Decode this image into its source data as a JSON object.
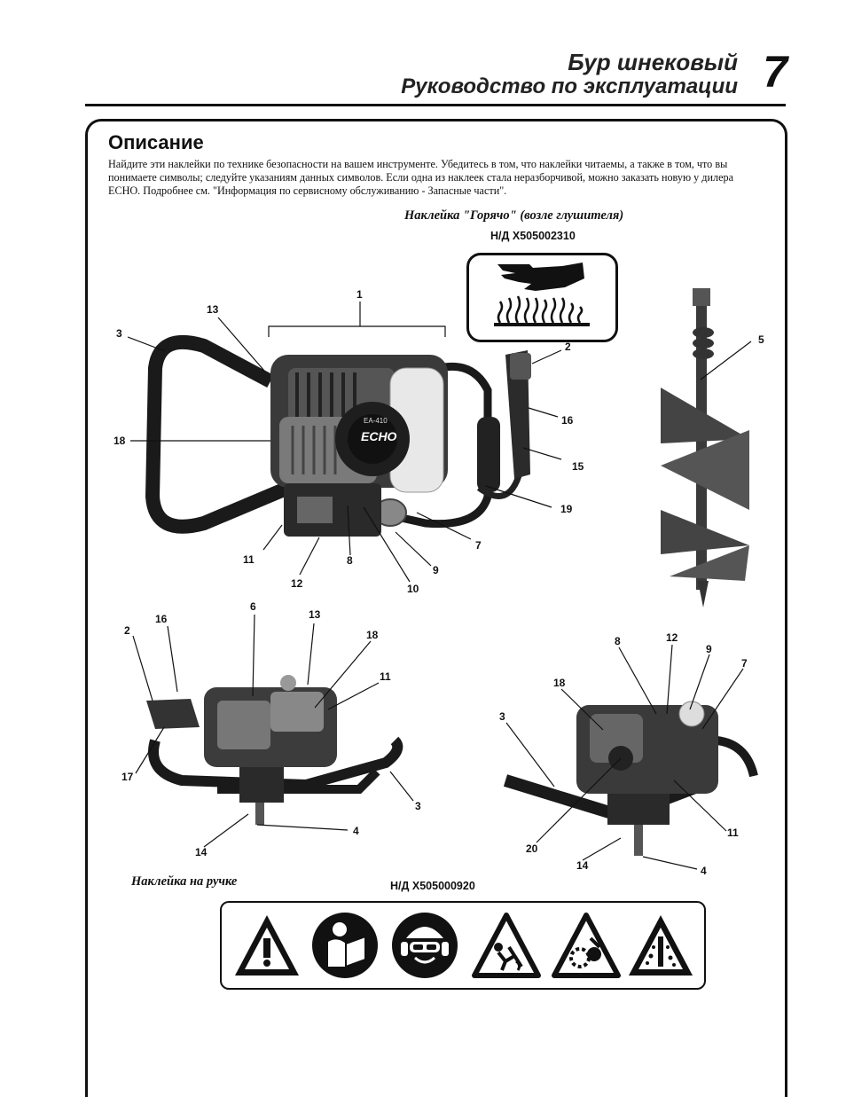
{
  "header": {
    "line1": "Бур шнековый",
    "line2": "Руководство по эксплуатации",
    "page_number": "7"
  },
  "section": {
    "title": "Описание",
    "intro": "Найдите эти наклейки по технике безопасности на вашем инструменте. Убедитесь в том, что наклейки читаемы, а также в том, что вы понимаете символы; следуйте указаниям данных символов. Если одна из наклеек стала неразборчивой, можно заказать новую у дилера ECHO. Подробнее см. \"Информация по сервисному обслуживанию - Запасные части\"."
  },
  "hot_decal": {
    "title": "Наклейка \"Горячо\" (возле глушителя)",
    "part_number": "Н/Д X505002310",
    "icons": [
      "hand-icon",
      "heat-waves-icon"
    ]
  },
  "handle_decal": {
    "title": "Наклейка на ручке",
    "part_number": "Н/Д X505000920",
    "icons": [
      "warning-triangle-icon",
      "read-manual-icon",
      "eye-ear-head-protection-icon",
      "entanglement-hazard-icon",
      "rotating-auger-hazard-icon",
      "flying-debris-hazard-icon"
    ]
  },
  "main_view": {
    "engine_label": "ECHO",
    "model_label": "EA-410",
    "callouts": [
      "1",
      "2",
      "3",
      "5",
      "7",
      "8",
      "9",
      "10",
      "11",
      "12",
      "13",
      "15",
      "16",
      "18",
      "19"
    ]
  },
  "left_view": {
    "callouts": [
      "2",
      "3",
      "4",
      "6",
      "11",
      "13",
      "14",
      "16",
      "17",
      "18"
    ]
  },
  "right_view": {
    "callouts": [
      "3",
      "4",
      "7",
      "8",
      "9",
      "11",
      "12",
      "14",
      "18",
      "20"
    ]
  }
}
